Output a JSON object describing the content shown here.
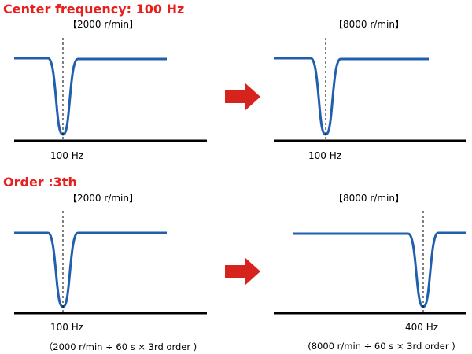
{
  "colors": {
    "heading": "#e8201d",
    "curve": "#1f5fae",
    "baseline": "#000000",
    "marker": "#000000",
    "arrow": "#d7231e"
  },
  "sections": [
    {
      "heading": "Center frequency: 100 Hz",
      "panels": [
        {
          "speed_label": "【2000 r/min】",
          "frequency_label": "100 Hz",
          "formula": ""
        },
        {
          "speed_label": "【8000 r/min】",
          "frequency_label": "100 Hz",
          "formula": ""
        }
      ],
      "arrow_icon": "right-arrow-icon"
    },
    {
      "heading": "Order :3th",
      "panels": [
        {
          "speed_label": "【2000 r/min】",
          "frequency_label": "100 Hz",
          "formula": "（2000 r/min ÷ 60 s × 3rd order )"
        },
        {
          "speed_label": "【8000 r/min】",
          "frequency_label": "400 Hz",
          "formula": "(8000 r/min ÷ 60 s × 3rd order )"
        }
      ],
      "arrow_icon": "right-arrow-icon"
    }
  ]
}
